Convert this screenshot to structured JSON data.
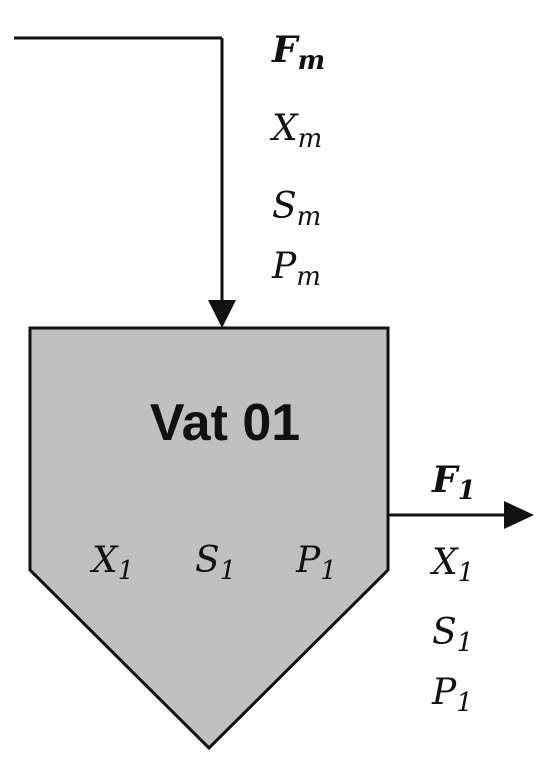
{
  "inlet_stream": {
    "flow": {
      "symbol": "F",
      "sub": "m"
    },
    "variables": [
      {
        "symbol": "X",
        "sub": "m"
      },
      {
        "symbol": "S",
        "sub": "m"
      },
      {
        "symbol": "P",
        "sub": "m"
      }
    ]
  },
  "vat": {
    "label": "Vat 01",
    "fill_color": "#c0c0c0",
    "internal_variables": [
      {
        "symbol": "X",
        "sub": "1"
      },
      {
        "symbol": "S",
        "sub": "1"
      },
      {
        "symbol": "P",
        "sub": "1"
      }
    ]
  },
  "outlet_stream": {
    "flow": {
      "symbol": "F",
      "sub": "1"
    },
    "variables": [
      {
        "symbol": "X",
        "sub": "1"
      },
      {
        "symbol": "S",
        "sub": "1"
      },
      {
        "symbol": "P",
        "sub": "1"
      }
    ]
  }
}
